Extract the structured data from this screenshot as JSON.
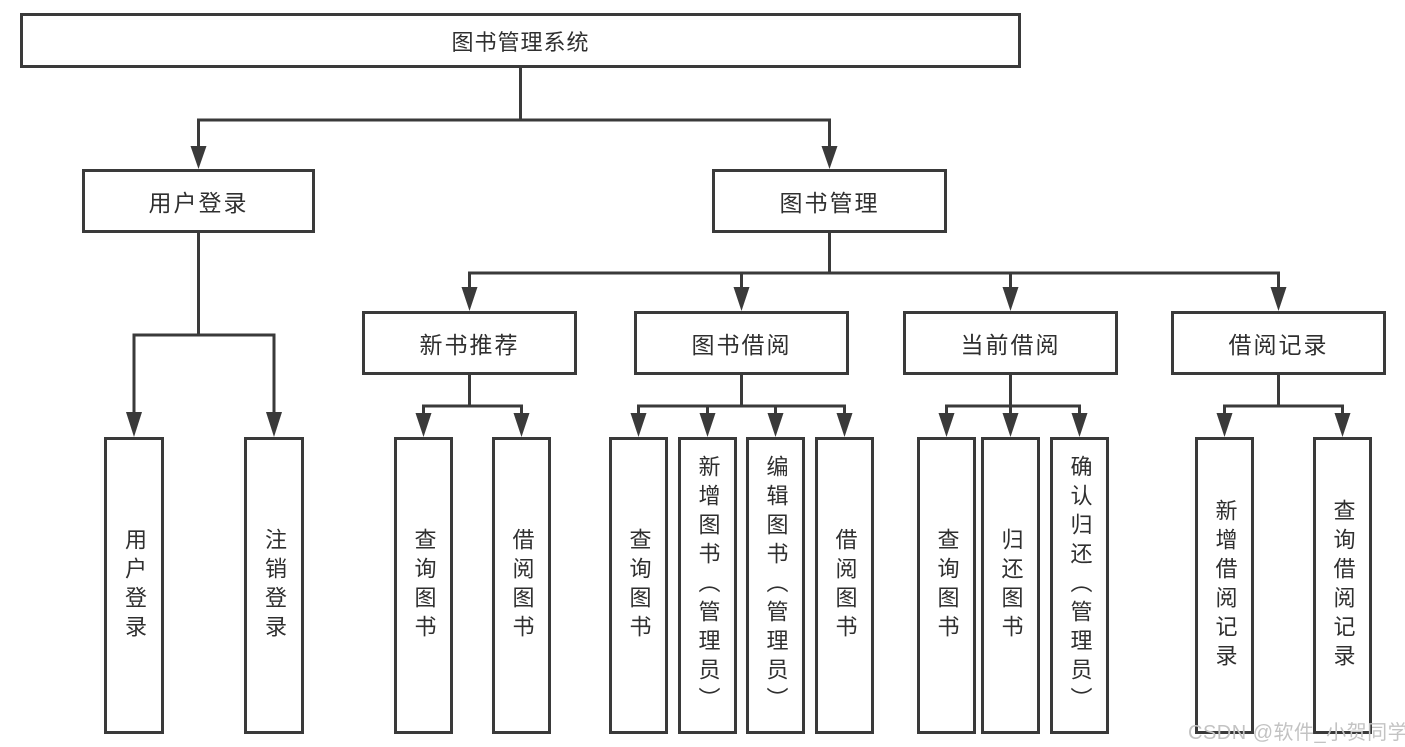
{
  "nodes": {
    "root": "图书管理系统",
    "user_login": "用户登录",
    "book_mgmt": "图书管理",
    "new_book": "新书推荐",
    "book_borrow": "图书借阅",
    "current_borrow": "当前借阅",
    "borrow_record": "借阅记录",
    "leaf_user_login": "用户登录",
    "leaf_logout": "注销登录",
    "nb_query": "查询图书",
    "nb_borrow": "借阅图书",
    "bb_query": "查询图书",
    "bb_add": "新增图书（管理员）",
    "bb_edit": "编辑图书（管理员）",
    "bb_borrow": "借阅图书",
    "cb_query": "查询图书",
    "cb_return": "归还图书",
    "cb_confirm": "确认归还（管理员）",
    "br_add": "新增借阅记录",
    "br_query": "查询借阅记录"
  },
  "watermark": "CSDN @软件_小贺同学",
  "colors": {
    "line": "#3a3a3a",
    "text": "#2f2f2f",
    "watermark": "#c3c3c3",
    "background": "#ffffff"
  }
}
